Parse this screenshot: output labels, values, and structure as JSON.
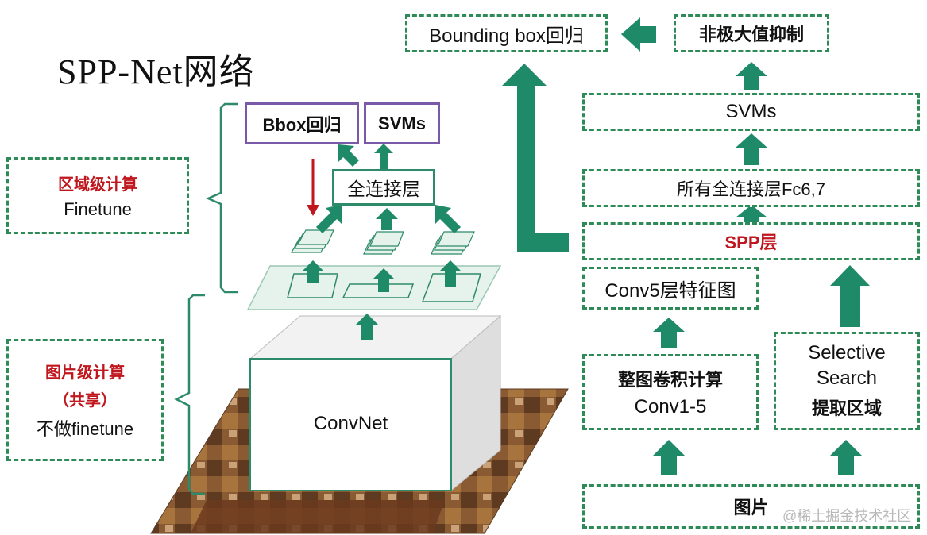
{
  "title": "SPP-Net网络",
  "colors": {
    "accent_green": "#1e8a68",
    "dashed_border": "#2e8b57",
    "purple_border": "#7a5aa8",
    "red_text": "#c0161e"
  },
  "left": {
    "finetune_box": {
      "line1": "区域级计算",
      "line2": "Finetune"
    },
    "shared_box": {
      "line1": "图片级计算",
      "line2": "（共享）",
      "line3": "不做finetune"
    }
  },
  "center": {
    "bbox_label": "Bbox回归",
    "svms_label": "SVMs",
    "fc_label": "全连接层",
    "convnet_label": "ConvNet"
  },
  "right": {
    "bounding_box": "Bounding box回归",
    "nms": "非极大值抑制",
    "svms": "SVMs",
    "fc_all": "所有全连接层Fc6,7",
    "spp": "SPP层",
    "conv5": "Conv5层特征图",
    "conv_full": {
      "line1": "整图卷积计算",
      "line2": "Conv1-5"
    },
    "selective": {
      "line1": "Selective",
      "line2": "Search",
      "line3": "提取区域"
    },
    "image": "图片"
  },
  "watermark": "@稀土掘金技术社区"
}
